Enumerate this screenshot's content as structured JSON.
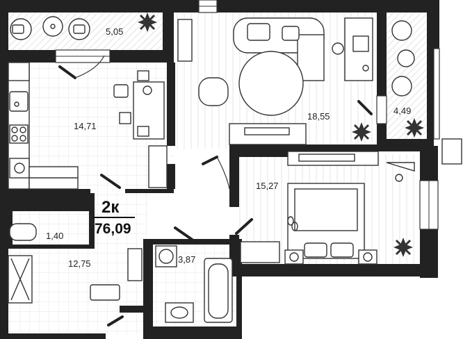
{
  "plan": {
    "rooms_count": "2к",
    "total_area": "76,09",
    "areas": {
      "balcony_top": "5,05",
      "kitchen": "14,71",
      "living": "18,55",
      "balcony_right": "4,49",
      "bedroom": "15,27",
      "wc": "1,40",
      "hall": "12,75",
      "bathroom": "3,87"
    }
  },
  "colors": {
    "wall": "#222222",
    "floor": "#ffffff",
    "line": "#333333"
  }
}
